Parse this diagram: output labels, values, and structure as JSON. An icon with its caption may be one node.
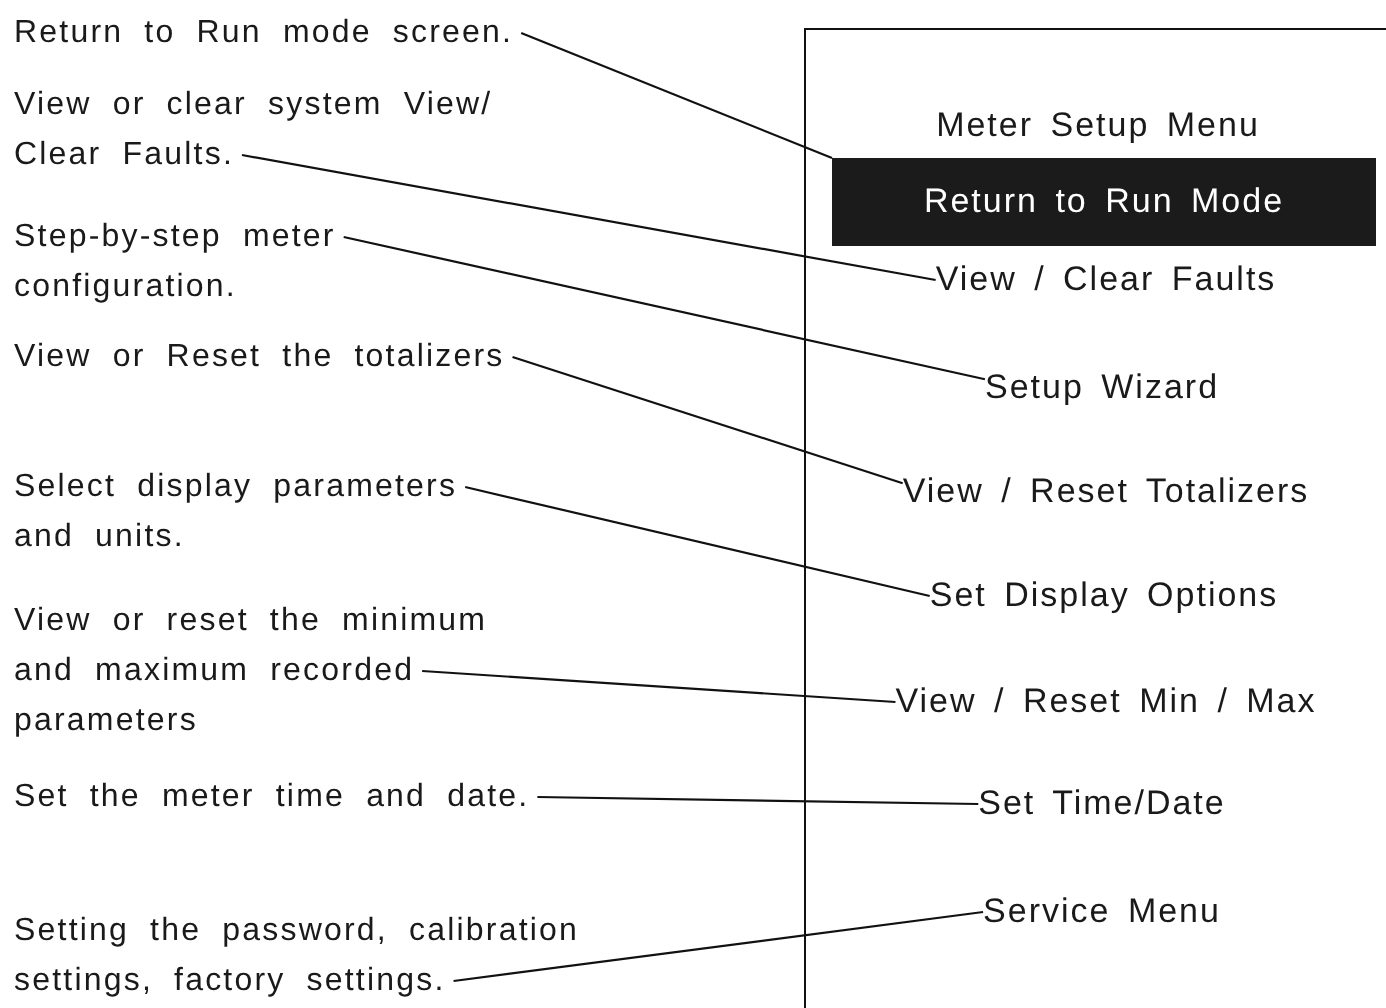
{
  "diagram": {
    "nodes": [
      {
        "text": [
          "Meter Setup Menu"
        ]
      },
      {
        "text": [
          "Return to Run Mode"
        ],
        "in": 0
      },
      {
        "text": [
          "View / Clear Faults"
        ],
        "in": 0
      },
      {
        "text": [
          "Setup Wizard"
        ],
        "in": 0
      },
      {
        "text": [
          "View / Reset Totalizers"
        ],
        "in": 0
      },
      {
        "text": [
          "Set Display Options"
        ],
        "in": 0
      },
      {
        "text": [
          "View / Reset Min / Max"
        ],
        "in": 0
      },
      {
        "text": [
          "Set Time/Date"
        ],
        "in": 0
      },
      {
        "text": [
          "Service Menu"
        ],
        "in": 0
      },
      {
        "text": [
          "Return to Run mode screen."
        ]
      },
      {
        "text": [
          "View or clear system View/ Clear Faults."
        ]
      },
      {
        "text": [
          "Step-by-step meter configuration."
        ]
      },
      {
        "text": [
          "View or Reset the totalizers"
        ]
      },
      {
        "text": [
          "Select display parameters and units."
        ]
      },
      {
        "text": [
          "View or reset the minimum and maximum recorded parameters"
        ]
      },
      {
        "text": [
          "Set the meter time and date."
        ]
      },
      {
        "text": [
          "Setting the password, calibration settings, factory settings."
        ]
      }
    ],
    "edges": [
      {
        "from": 9,
        "to": 1,
        "arrow": "none"
      },
      {
        "from": 10,
        "to": 2,
        "arrow": "none"
      },
      {
        "from": 11,
        "to": 3,
        "arrow": "none"
      },
      {
        "from": 12,
        "to": 4,
        "arrow": "none"
      },
      {
        "from": 13,
        "to": 5,
        "arrow": "none"
      },
      {
        "from": 14,
        "to": 6,
        "arrow": "none"
      },
      {
        "from": 15,
        "to": 7,
        "arrow": "none"
      },
      {
        "from": 16,
        "to": 8,
        "arrow": "none"
      }
    ]
  }
}
